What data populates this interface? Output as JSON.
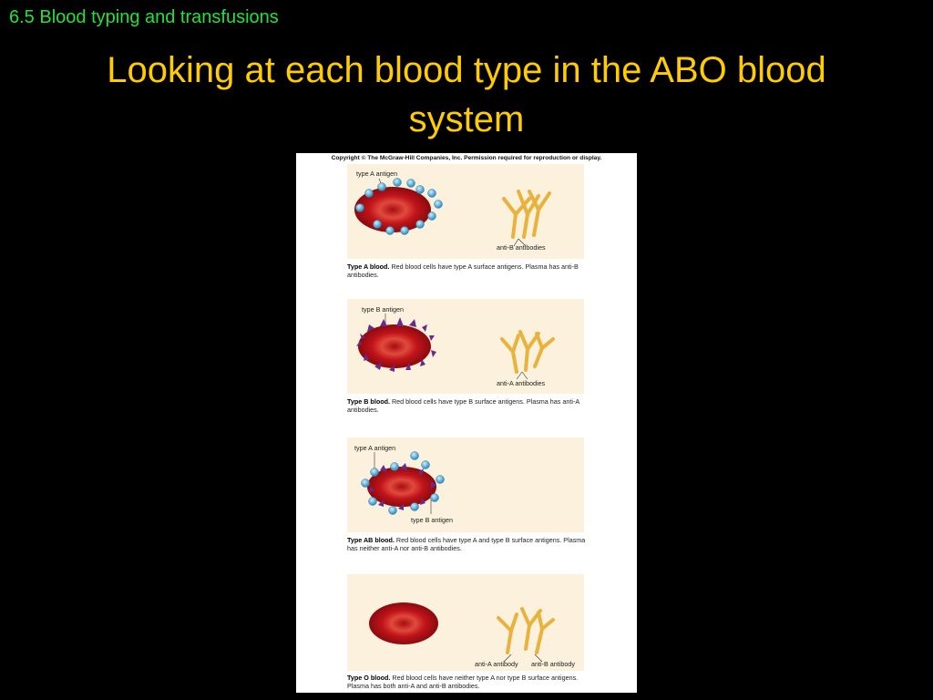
{
  "slide": {
    "section_header": "6.5 Blood typing and transfusions",
    "title": "Looking at each blood type in the ABO blood system"
  },
  "figure": {
    "copyright": "Copyright © The McGraw-Hill Companies, Inc. Permission required for reproduction or display.",
    "panels": [
      {
        "labels": [
          "type A antigen",
          "anti-B antibodies"
        ],
        "caption_bold": "Type A blood.",
        "caption_text": " Red blood cells have type A surface antigens. Plasma has anti-B antibodies."
      },
      {
        "labels": [
          "type B antigen",
          "anti-A antibodies"
        ],
        "caption_bold": "Type B blood.",
        "caption_text": " Red blood cells have type B surface antigens. Plasma has anti-A antibodies."
      },
      {
        "labels": [
          "type A antigen",
          "type B antigen"
        ],
        "caption_bold": "Type AB blood.",
        "caption_text": " Red blood cells have type A and type B surface antigens. Plasma has neither anti-A nor anti-B antibodies."
      },
      {
        "labels": [
          "anti-A antibody",
          "anti-B antibody"
        ],
        "caption_bold": "Type O blood.",
        "caption_text": " Red blood cells have neither type A nor type B surface antigens. Plasma has both anti-A and anti-B antibodies."
      }
    ]
  },
  "colors": {
    "background": "#000000",
    "section_header": "#22e13c",
    "title": "#ffcc00",
    "panel_bg": "#fbf1dc",
    "cell": "#c0141a",
    "antigen_a": "#4aa9d6",
    "antigen_b": "#6a2a8c",
    "antibody": "#e8b23c"
  }
}
